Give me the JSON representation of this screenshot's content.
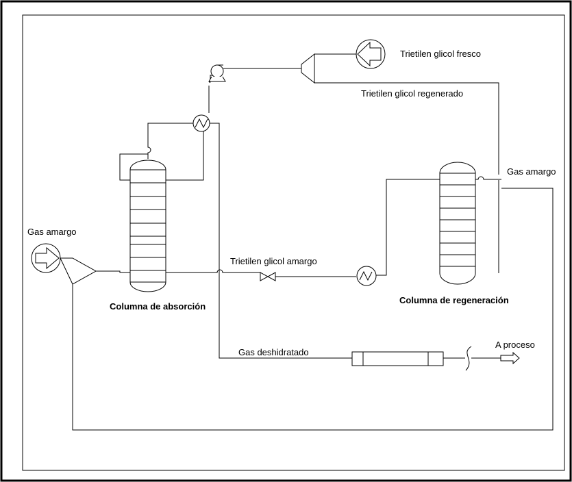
{
  "labels": {
    "triethylene_fresh": "Trietilen glicol fresco",
    "triethylene_regenerated": "Trietilen glicol regenerado",
    "sour_gas_inlet": "Gas amargo",
    "sour_gas_outlet": "Gas amargo",
    "triethylene_rich": "Trietilen glicol amargo",
    "absorption_column": "Columna de absorción",
    "regeneration_column": "Columna de regeneración",
    "dehydrated_gas": "Gas deshidratado",
    "to_process": "A proceso"
  }
}
